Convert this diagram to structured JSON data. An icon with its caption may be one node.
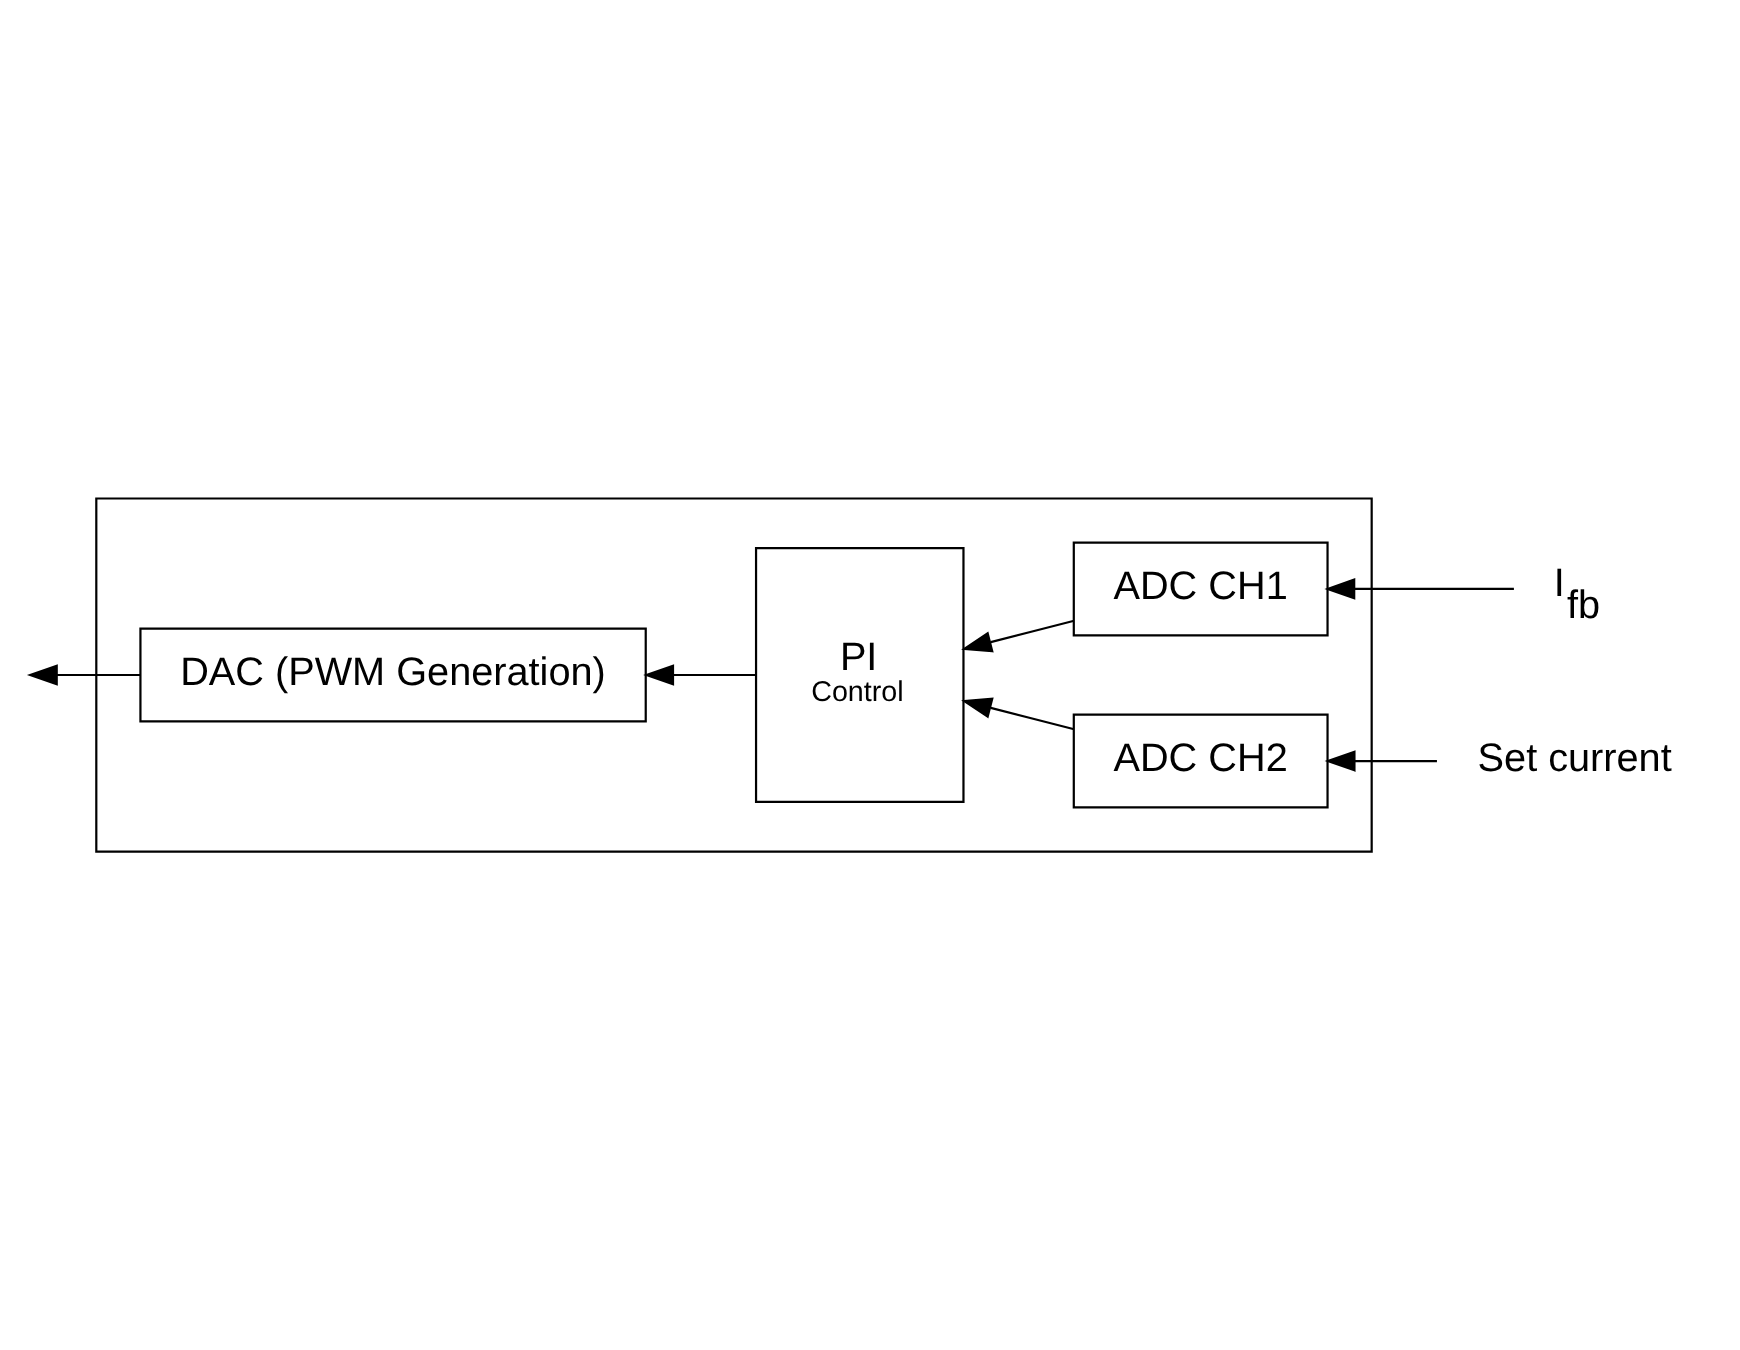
{
  "diagram": {
    "nodes": [
      {
        "text": [],
        "shape": "box"
      },
      {
        "text": [
          "DAC (PWM Generation)"
        ],
        "in": 0
      },
      {
        "text": [
          "PI",
          "Control"
        ],
        "in": 0
      },
      {
        "text": [
          "ADC CH1"
        ],
        "in": 0
      },
      {
        "text": [
          "ADC CH2"
        ],
        "in": 0
      },
      {
        "text": [
          "I$_{fb}$"
        ]
      },
      {
        "text": [
          "Set current"
        ]
      }
    ],
    "edges": [
      {
        "from": 1,
        "to": null,
        "arrow": "to"
      },
      {
        "from": 2,
        "to": 1,
        "arrow": "to"
      },
      {
        "from": 3,
        "to": 2,
        "arrow": "to"
      },
      {
        "from": 4,
        "to": 2,
        "arrow": "to"
      },
      {
        "from": 5,
        "to": 3,
        "arrow": "to"
      },
      {
        "from": 6,
        "to": 4,
        "arrow": "to"
      }
    ]
  }
}
